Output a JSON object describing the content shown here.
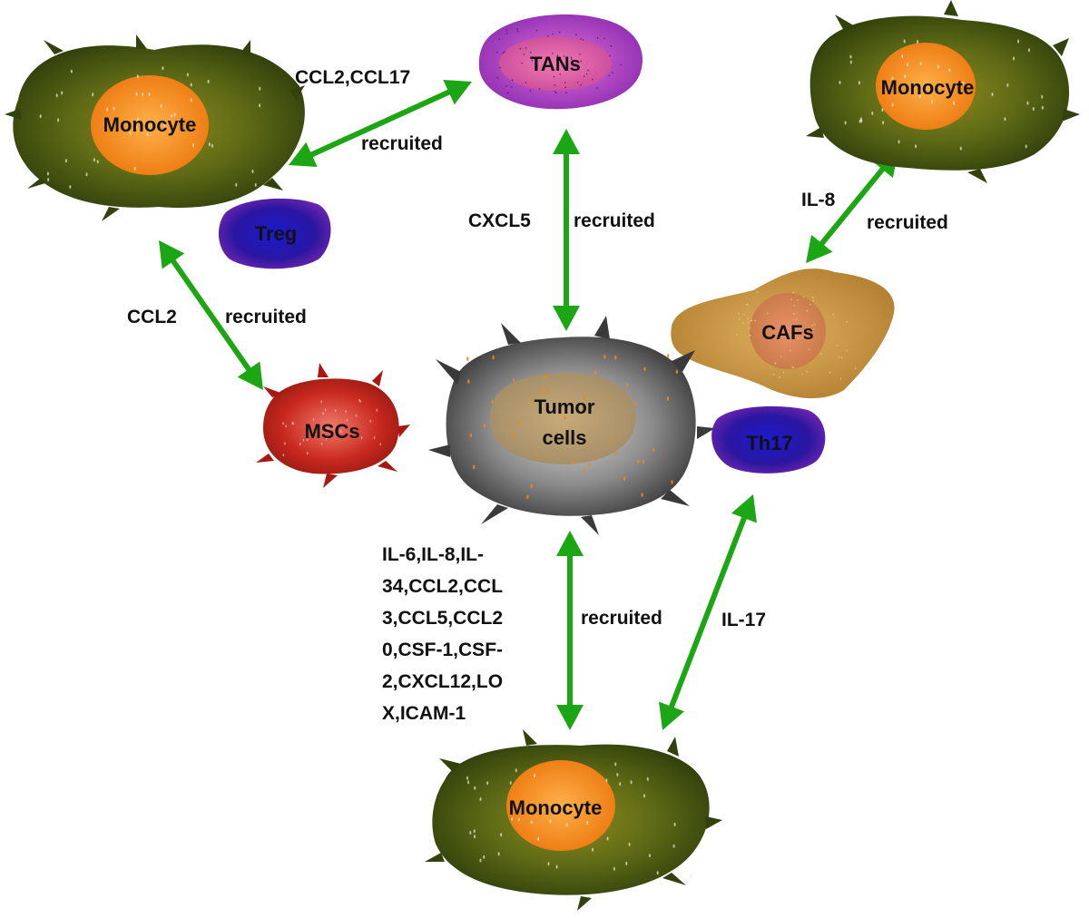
{
  "cells": {
    "monocyte_top_left": {
      "label": "Monocyte"
    },
    "tans": {
      "label": "TANs"
    },
    "monocyte_top_right": {
      "label": "Monocyte"
    },
    "treg": {
      "label": "Treg"
    },
    "cafs": {
      "label": "CAFs"
    },
    "mscs": {
      "label": "MSCs"
    },
    "tumor": {
      "label_line1": "Tumor",
      "label_line2": "cells"
    },
    "th17": {
      "label": "Th17"
    },
    "monocyte_bottom": {
      "label": "Monocyte"
    }
  },
  "links": {
    "monocyte_tans": {
      "signal": "CCL2,CCL17",
      "action": "recruited"
    },
    "tans_tumor": {
      "signal": "CXCL5",
      "action": "recruited"
    },
    "monocyte_cafs": {
      "signal": "IL-8",
      "action": "recruited"
    },
    "monocyte_mscs": {
      "signal": "CCL2",
      "action": "recruited"
    },
    "tumor_monocyte": {
      "signal_lines": [
        "IL-6,IL-8,IL-",
        "34,CCL2,CCL",
        "3,CCL5,CCL2",
        "0,CSF-1,CSF-",
        "2,CXCL12,LO",
        "X,ICAM-1"
      ],
      "action": "recruited"
    },
    "th17_monocyte": {
      "signal": "IL-17"
    }
  },
  "colors": {
    "arrow": "#1ca614",
    "monocyte_body": "#4a5a14",
    "monocyte_nucleus": "#f08a1a",
    "tans_body": "#a040c0",
    "treg_body": "#2a1aa0",
    "cafs_body": "#c8923a",
    "mscs_body": "#c0281e",
    "tumor_body": "#555555",
    "tumor_core": "#b89a6a"
  }
}
